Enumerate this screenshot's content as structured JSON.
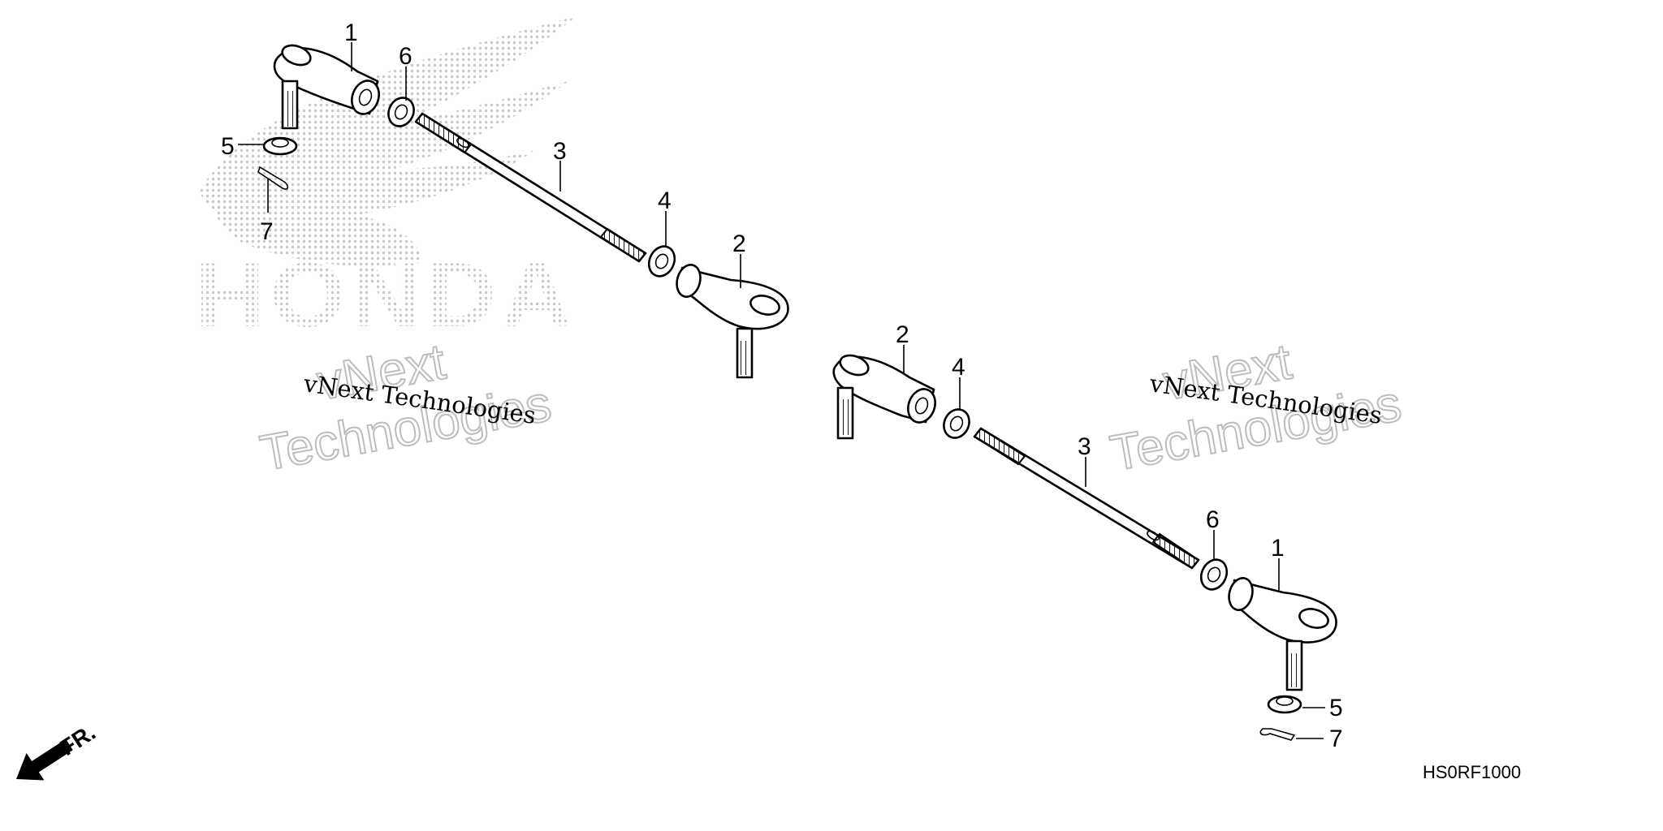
{
  "brand": {
    "logo_text": "HONDA",
    "dot_color": "#c9c9c9"
  },
  "watermarks": [
    {
      "id": "left",
      "small": "vNext Technologies",
      "big_line1": "vNext",
      "big_line2": "Technologies"
    },
    {
      "id": "right",
      "small": "vNext Technologies",
      "big_line1": "vNext",
      "big_line2": "Technologies"
    }
  ],
  "callouts": {
    "left_assembly": [
      "1",
      "6",
      "5",
      "7",
      "3",
      "4",
      "2"
    ],
    "right_assembly": [
      "2",
      "4",
      "3",
      "6",
      "1",
      "5",
      "7"
    ]
  },
  "direction_indicator": {
    "label": "FR."
  },
  "diagram_code": "HS0RF1000",
  "icons": [
    "front-direction-arrow-icon"
  ]
}
